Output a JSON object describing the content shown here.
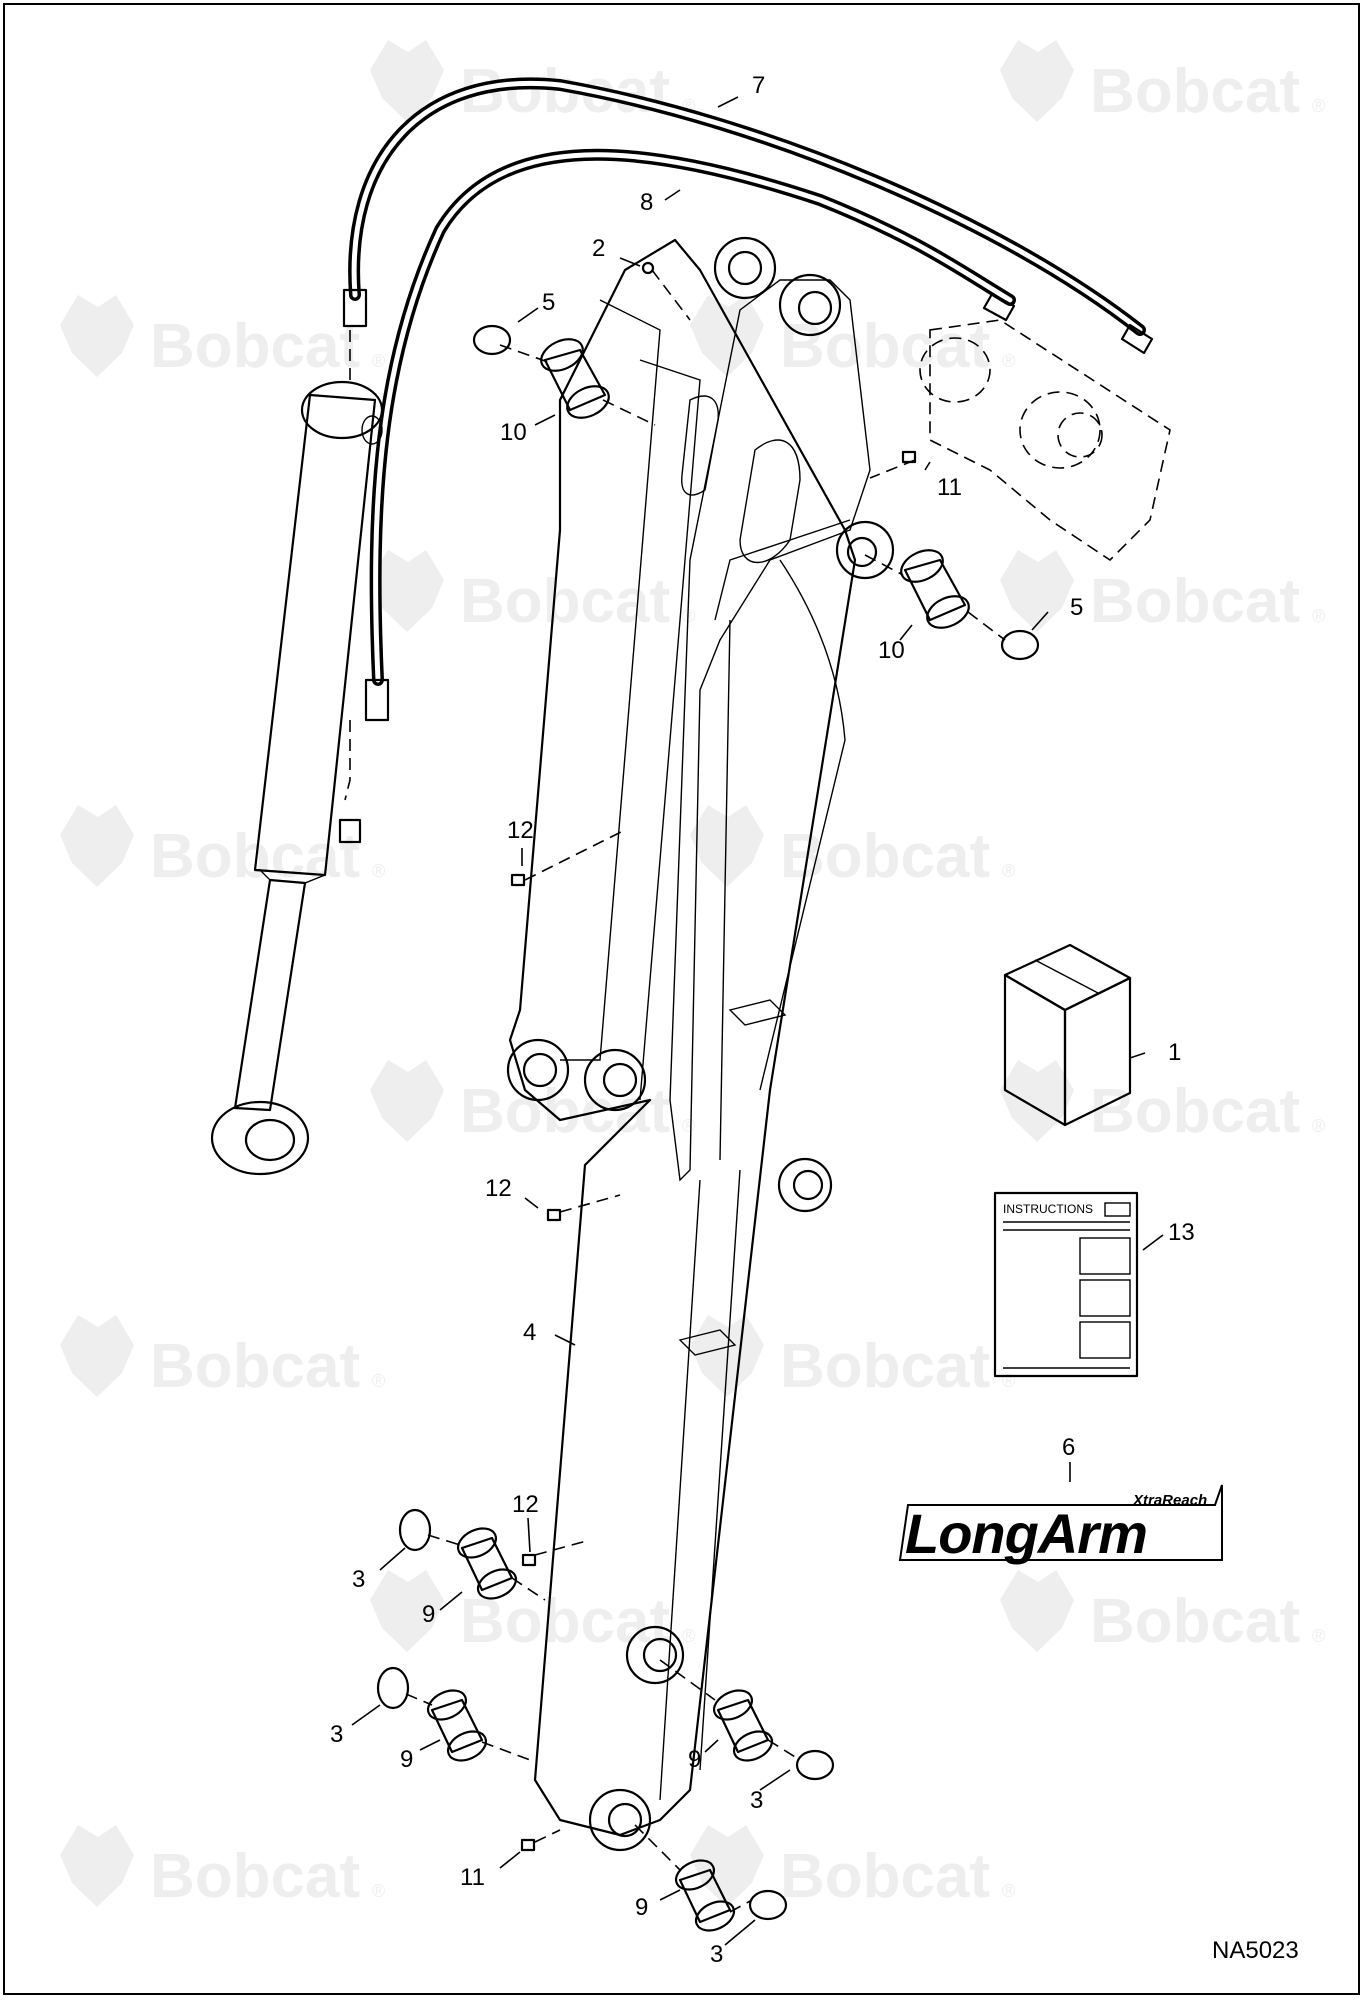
{
  "watermark": {
    "text": "Bobcat",
    "mark": "®"
  },
  "drawing_id": "NA5023",
  "instructions_label": "INSTRUCTIONS",
  "decal": {
    "small": "XtraReach",
    "big": "LongArm"
  },
  "callouts": [
    "7",
    "8",
    "2",
    "5",
    "10",
    "11",
    "5",
    "10",
    "12",
    "1",
    "12",
    "13",
    "4",
    "6",
    "12",
    "3",
    "9",
    "3",
    "9",
    "9",
    "3",
    "11",
    "9",
    "3"
  ],
  "icons": [
    "bobcat-logo-icon"
  ]
}
